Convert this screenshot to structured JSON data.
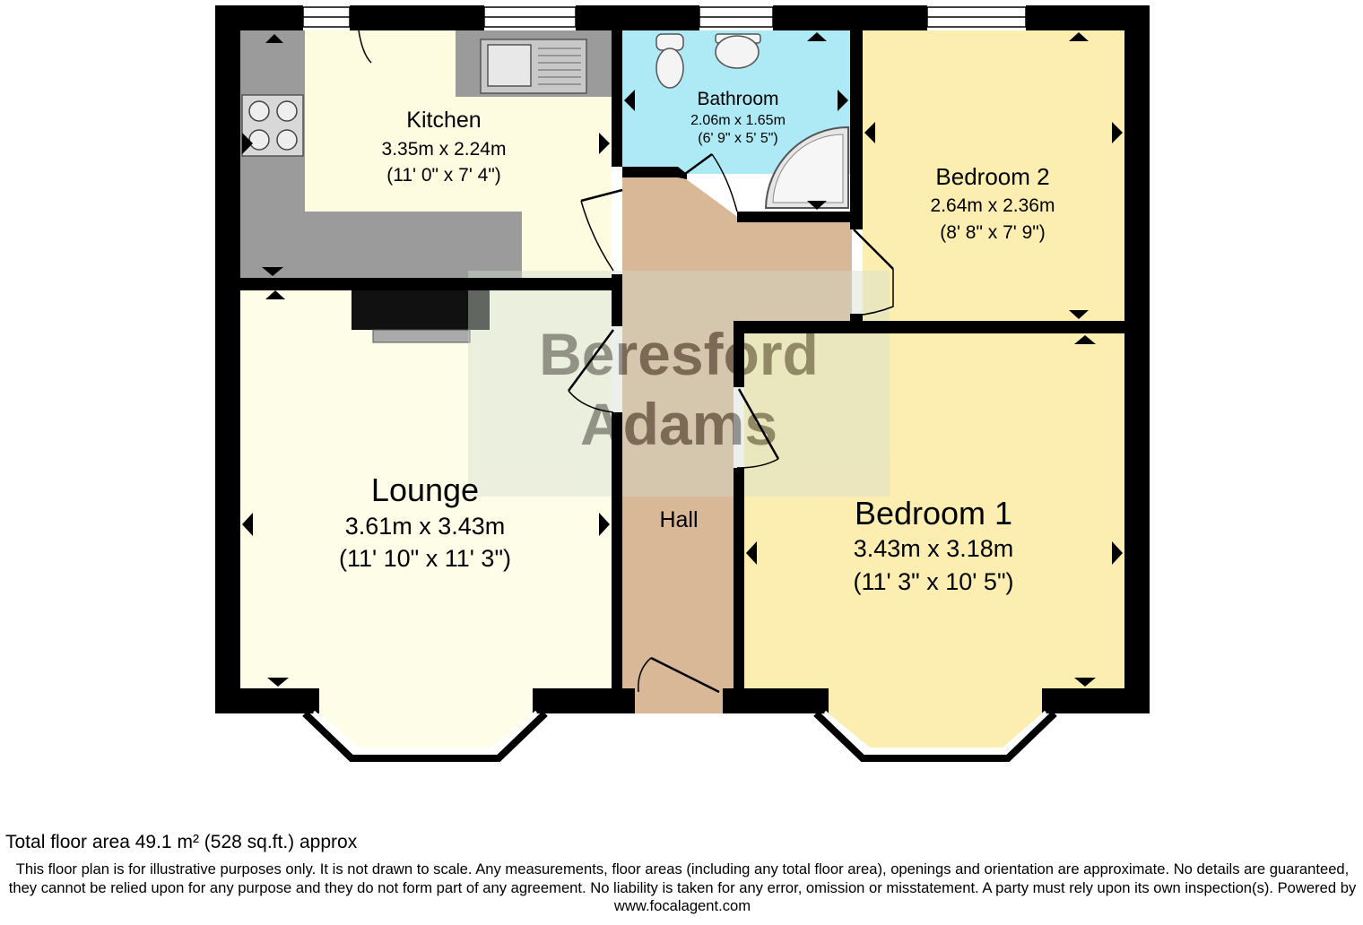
{
  "rooms": {
    "kitchen": {
      "name": "Kitchen",
      "metric": "3.35m x 2.24m",
      "imperial": "(11' 0\" x 7' 4\")"
    },
    "bathroom": {
      "name": "Bathroom",
      "metric": "2.06m x 1.65m",
      "imperial": "(6' 9\" x 5' 5\")"
    },
    "bedroom2": {
      "name": "Bedroom 2",
      "metric": "2.64m x 2.36m",
      "imperial": "(8' 8\" x 7' 9\")"
    },
    "lounge": {
      "name": "Lounge",
      "metric": "3.61m x 3.43m",
      "imperial": "(11' 10\" x 11' 3\")"
    },
    "bedroom1": {
      "name": "Bedroom 1",
      "metric": "3.43m x 3.18m",
      "imperial": "(11' 3\" x 10' 5\")"
    },
    "hall": {
      "name": "Hall"
    }
  },
  "watermark": {
    "line1": "Beresford",
    "line2": "Adams"
  },
  "footer": {
    "total_area": "Total floor area 49.1 m² (528 sq.ft.) approx",
    "disclaimer": "This floor plan is for illustrative purposes only. It is not drawn to scale. Any measurements, floor areas (including any total floor area), openings and orientation are approximate. No details are guaranteed, they cannot be relied upon for any purpose and they do not form part of any agreement. No liability is taken for any error, omission or misstatement. A party must rely upon its own inspection(s). Powered by www.focalagent.com"
  },
  "colors": {
    "wall": "#000000",
    "kitchen": "#fdfbe0",
    "bathroom": "#aeeaf5",
    "bedroom": "#fbeeb0",
    "lounge": "#fdfde8",
    "hall": "#d8b896",
    "worktop": "#9b9b9b"
  }
}
